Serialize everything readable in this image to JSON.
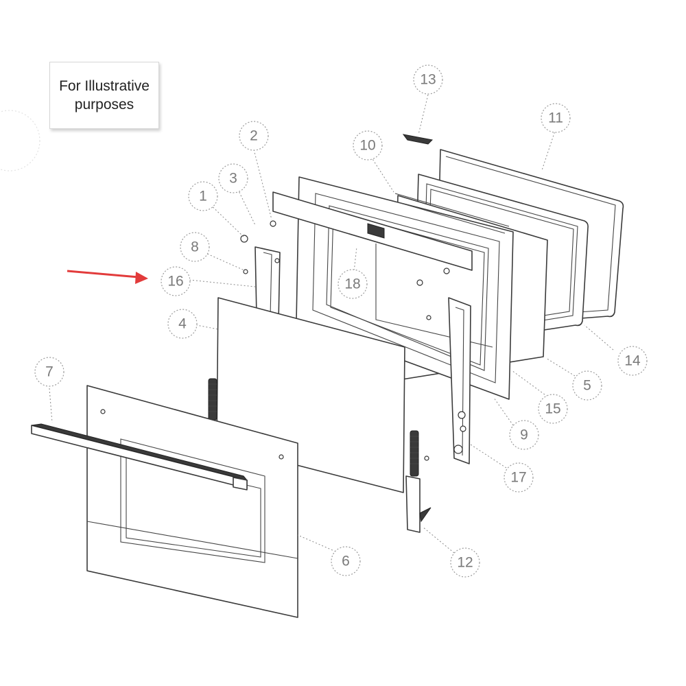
{
  "note": {
    "text": "For Illustrative\npurposes"
  },
  "callouts": [
    {
      "label": "1"
    },
    {
      "label": "2"
    },
    {
      "label": "3"
    },
    {
      "label": "4"
    },
    {
      "label": "5"
    },
    {
      "label": "6"
    },
    {
      "label": "7"
    },
    {
      "label": "8"
    },
    {
      "label": "9"
    },
    {
      "label": "10"
    },
    {
      "label": "11"
    },
    {
      "label": "12"
    },
    {
      "label": "13"
    },
    {
      "label": "14"
    },
    {
      "label": "15"
    },
    {
      "label": "16"
    },
    {
      "label": "17"
    },
    {
      "label": "18"
    }
  ],
  "colors": {
    "pointer_arrow": "#e23b3b",
    "line_art": "#3a3a3a",
    "callout": "#9a9a9a"
  },
  "highlight": {
    "target_callout": "16",
    "icon": "red-pointer-arrow-icon"
  }
}
